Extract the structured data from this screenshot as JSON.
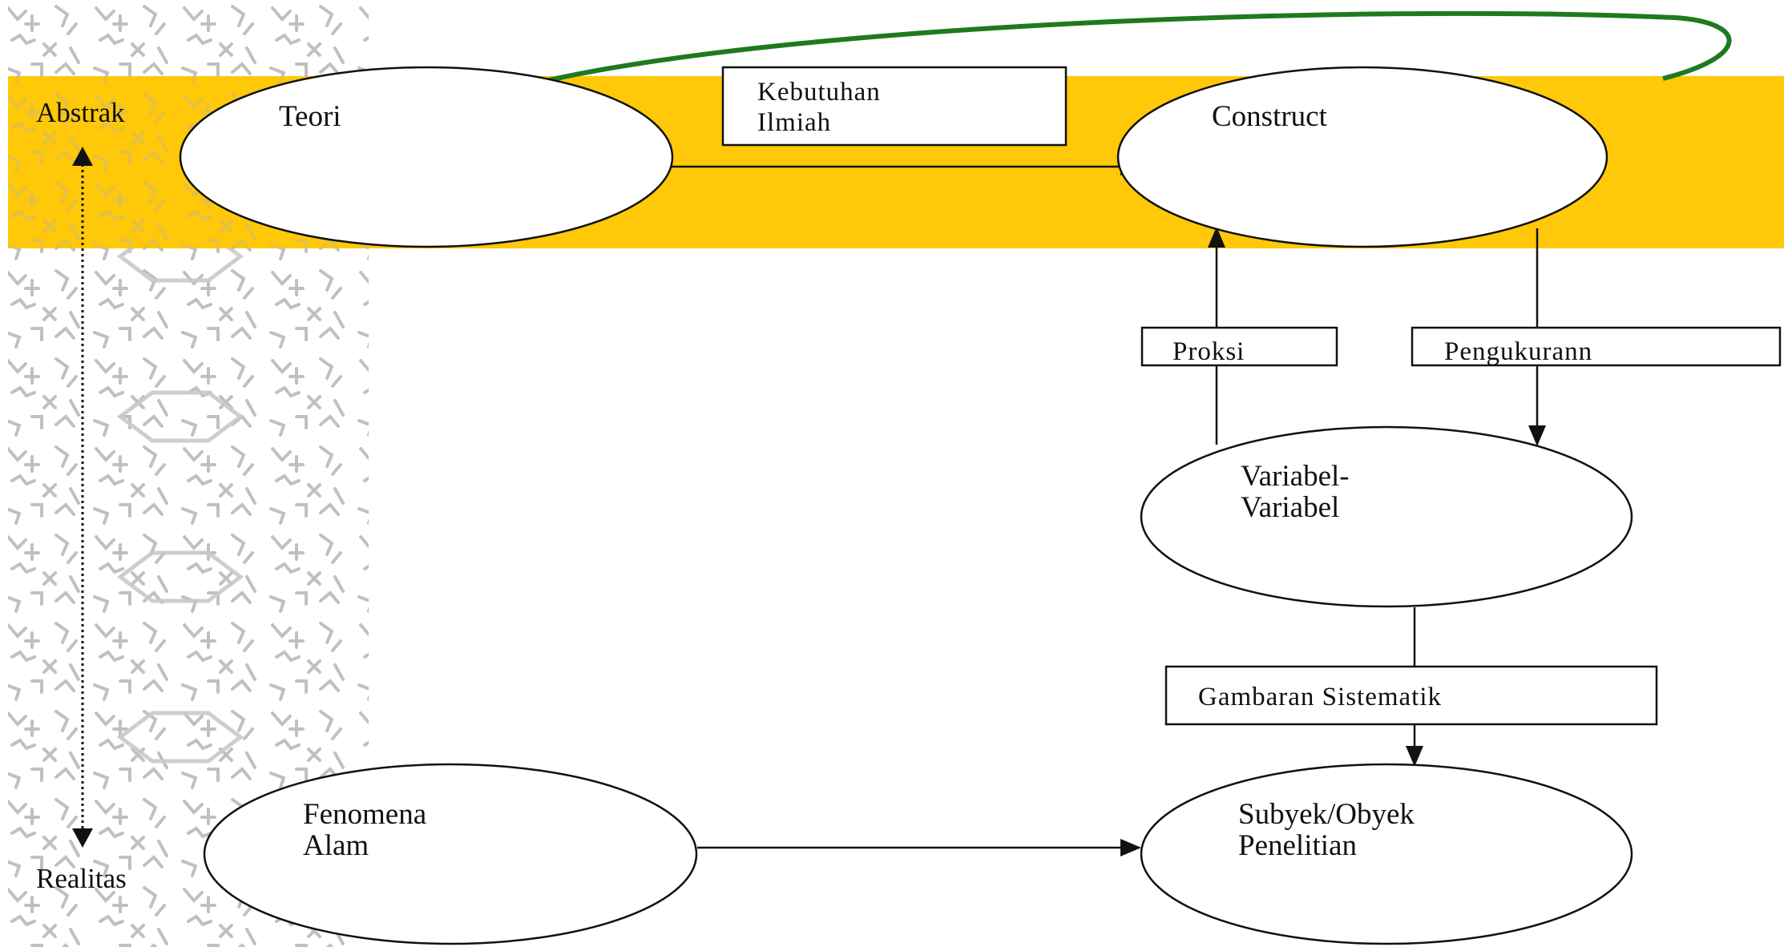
{
  "side_labels": {
    "top": "Abstrak",
    "bottom": "Realitas"
  },
  "nodes": {
    "teori": {
      "label": "Teori"
    },
    "construct": {
      "label": "Construct"
    },
    "variabel": {
      "line1": "Variabel-",
      "line2": "Variabel"
    },
    "fenomena": {
      "line1": "Fenomena",
      "line2": "Alam"
    },
    "subyek": {
      "line1": "Subyek/Obyek",
      "line2": "Penelitian"
    }
  },
  "edge_labels": {
    "kebutuhan": {
      "line1": "Kebutuhan",
      "line2": "Ilmiah"
    },
    "proksi": "Proksi",
    "pengukuran": "Pengukurann",
    "gambaran": "Gambaran Sistematik"
  },
  "colors": {
    "abstract_band": "#FFC600",
    "feedback_curve": "#1E7A1E",
    "stroke": "#111111",
    "texture": "#b9b9b9"
  }
}
